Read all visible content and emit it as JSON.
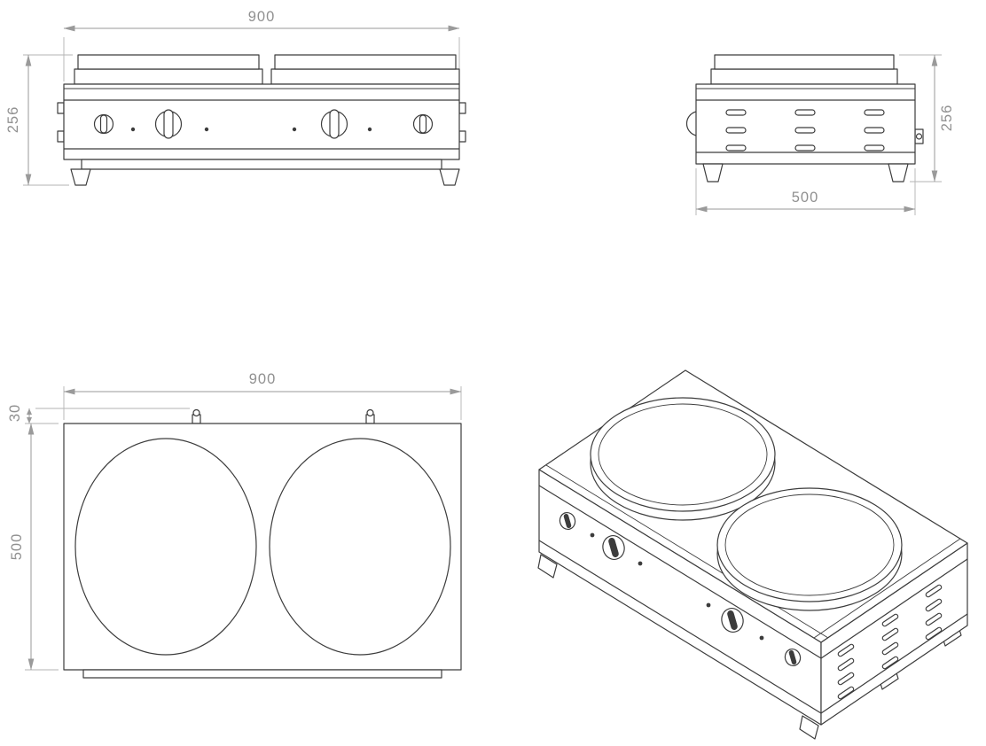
{
  "colors": {
    "background": "#ffffff",
    "object_line": "#3c3c3c",
    "dimension_line": "#9a9a9a",
    "dimension_text": "#909090"
  },
  "views": {
    "front": {
      "width_label": "900",
      "height_label": "256"
    },
    "side": {
      "height_label": "256",
      "depth_label": "500"
    },
    "top": {
      "width_label": "900",
      "offset_label": "30",
      "depth_label": "500"
    }
  }
}
